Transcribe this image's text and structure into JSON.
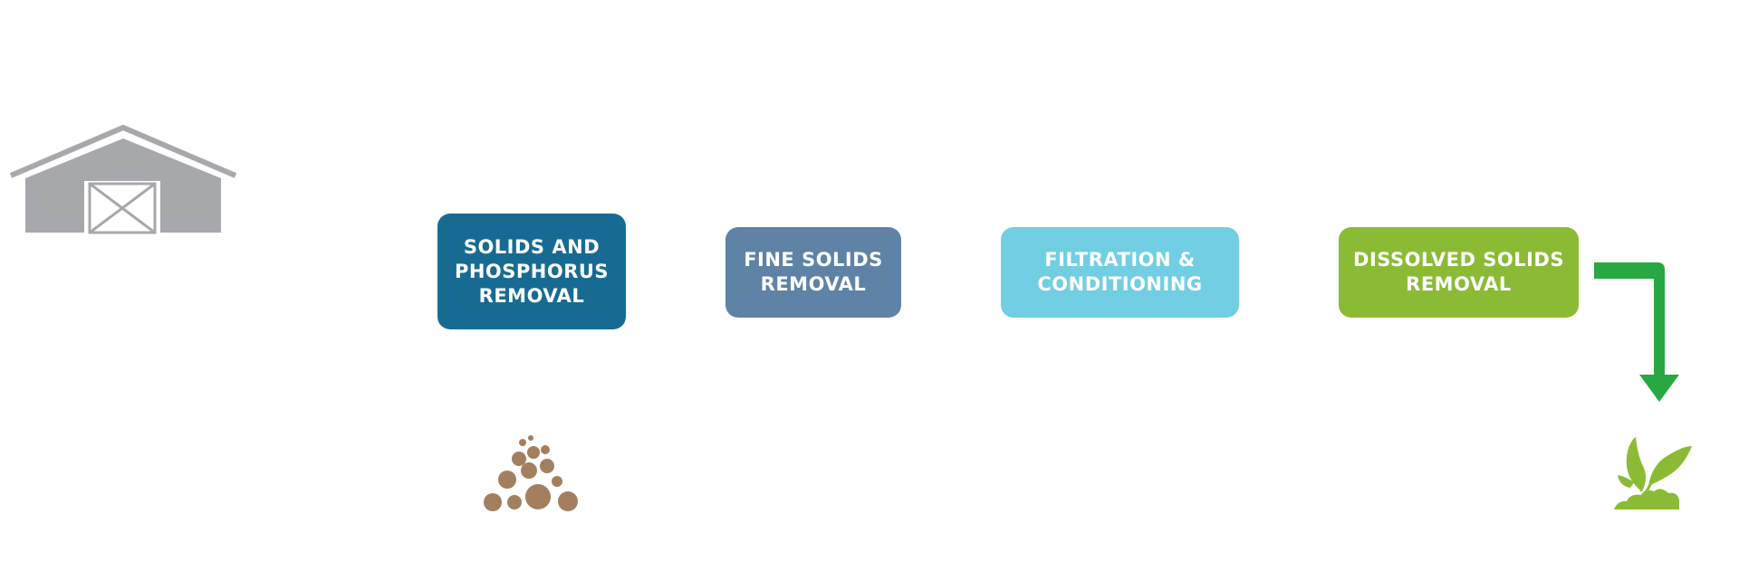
{
  "diagram": {
    "source_icon": "barn-icon",
    "stages": [
      {
        "id": "solids-phosphorus",
        "label": "SOLIDS AND\nPHOSPHORUS\nREMOVAL",
        "color": "#176b93"
      },
      {
        "id": "fine-solids",
        "label": "FINE SOLIDS\nREMOVAL",
        "color": "#5e83a6"
      },
      {
        "id": "filtration-conditioning",
        "label": "FILTRATION &\nCONDITIONING",
        "color": "#72cee2"
      },
      {
        "id": "dissolved-solids",
        "label": "DISSOLVED SOLIDS\nREMOVAL",
        "color": "#8bbb35"
      }
    ],
    "byproduct_icon": "solids-pile-icon",
    "output_icon": "plant-sprout-icon",
    "arrow_color": "#27a843",
    "barn_color": "#a7a8ab",
    "solids_color": "#a37f60",
    "plant_color": "#8bbb35"
  }
}
